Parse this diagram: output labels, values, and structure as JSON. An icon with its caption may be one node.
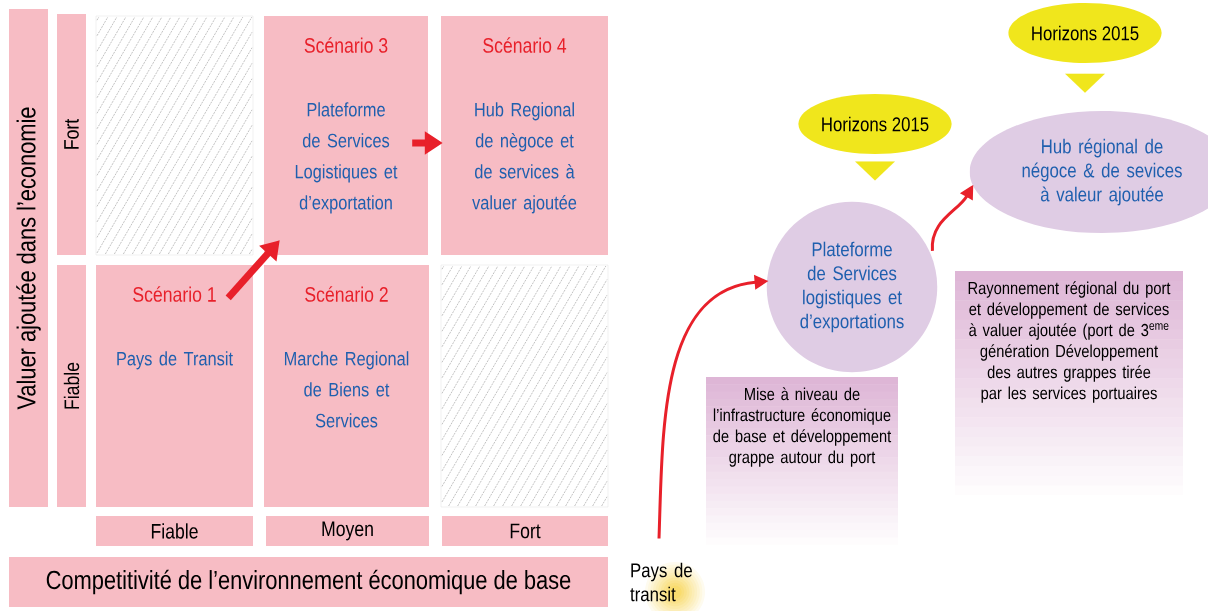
{
  "diagram": {
    "nodes": [
      {
        "text": [
          "Valuer ajoutée dans l’economie"
        ]
      },
      {
        "text": [
          "Fort"
        ]
      },
      {
        "text": [
          "Fiable"
        ]
      },
      {
        "text": [],
        "shape": "box"
      },
      {
        "text": [
          "Scénario 3",
          "Plateforme de Services Logistiques et d’exportation"
        ]
      },
      {
        "text": [
          "Scénario 4",
          "Hub Regional de nègoce et de services à valuer ajoutée"
        ]
      },
      {
        "text": [
          "Scénario 1",
          "Pays de Transit"
        ]
      },
      {
        "text": [
          "Scénario 2",
          "Marche Regional de Biens et Services"
        ]
      },
      {
        "text": [],
        "shape": "box"
      },
      {
        "text": [
          "Fiable"
        ]
      },
      {
        "text": [
          "Moyen"
        ]
      },
      {
        "text": [
          "Fort"
        ]
      },
      {
        "text": [
          "Competitivité de l’environnement économique de base"
        ]
      },
      {
        "text": [
          "Horizons 2015"
        ]
      },
      {
        "text": [
          "Horizons 2015"
        ]
      },
      {
        "text": [
          "Hub régional de négoce & de sevices à valeur ajoutée"
        ]
      },
      {
        "text": [
          "Plateforme de Services logistiques et d’exportations"
        ]
      },
      {
        "text": [
          "Rayonnement régional du port et développement de services à valuer ajoutée (port de 3$^{eme}$ génération Développement des autres grappes tirée par les services portuaires"
        ]
      },
      {
        "text": [
          "Mise à niveau de l’infrastructure économique de base et développement grappe autour du port"
        ]
      },
      {
        "text": [
          "Pays de transit"
        ]
      }
    ],
    "edges": [
      {
        "from": 6,
        "to": 4,
        "arrow": "to",
        "style": "thick"
      },
      {
        "from": 4,
        "to": 5,
        "arrow": "to",
        "style": "thick"
      },
      {
        "from": 13,
        "to": 15,
        "arrow": "to",
        "color": "#f0e61c"
      },
      {
        "from": 14,
        "to": 16,
        "arrow": "to",
        "color": "#f0e61c"
      },
      {
        "from": 19,
        "to": 16,
        "arrow": "to"
      },
      {
        "from": 16,
        "to": 15,
        "arrow": "to"
      }
    ]
  }
}
